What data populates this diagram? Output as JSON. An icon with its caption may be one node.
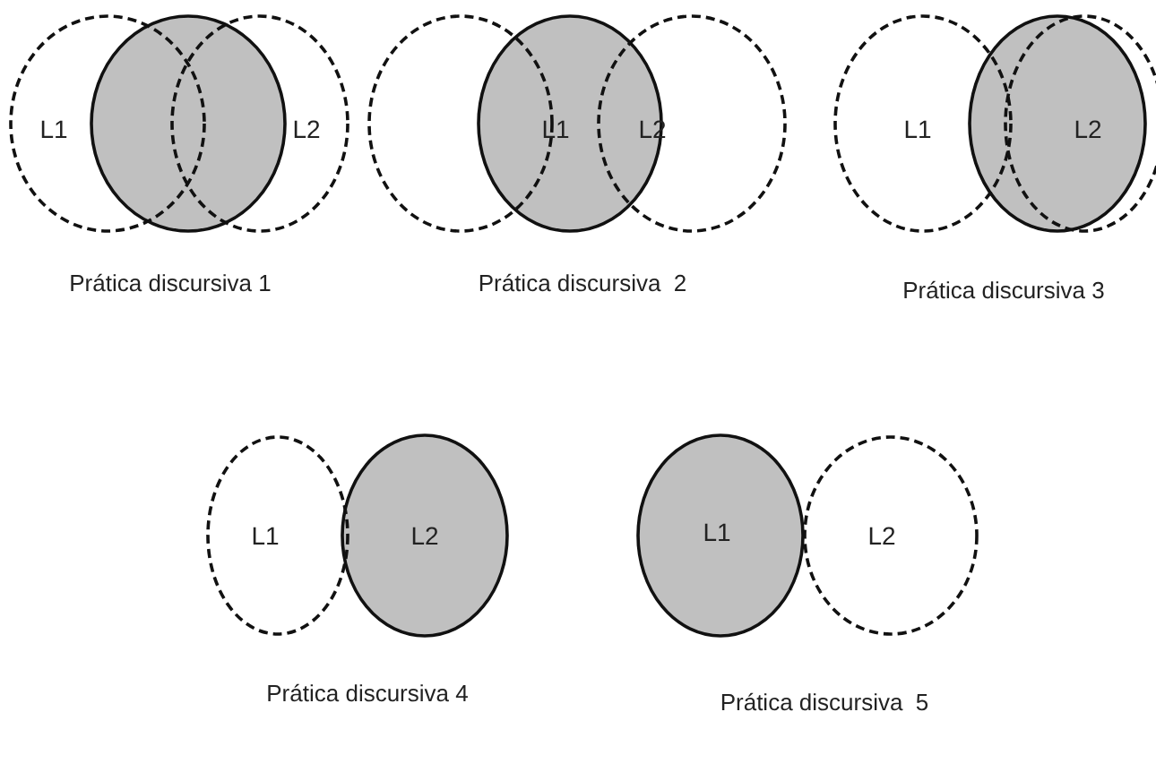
{
  "diagram": {
    "nodes": [
      {
        "text": [
          "L1"
        ]
      },
      {
        "text": [],
        "shape": "circle"
      },
      {
        "text": [
          "L2"
        ]
      },
      {
        "text": [],
        "shape": "circle"
      },
      {
        "text": [
          "L1",
          "L2"
        ]
      },
      {
        "text": [],
        "shape": "circle"
      },
      {
        "text": [
          "L1"
        ]
      },
      {
        "text": [],
        "shape": "circle"
      },
      {
        "text": [
          "L2"
        ]
      },
      {
        "text": [
          "L1"
        ]
      },
      {
        "text": [
          "L2"
        ]
      },
      {
        "text": [
          "L1"
        ]
      },
      {
        "text": [
          "L2"
        ]
      }
    ],
    "labels": [
      "Prática discursiva 1",
      "Prática discursiva  2",
      "Prática discursiva 3",
      "Prática discursiva 4",
      "Prática discursiva  5"
    ]
  }
}
